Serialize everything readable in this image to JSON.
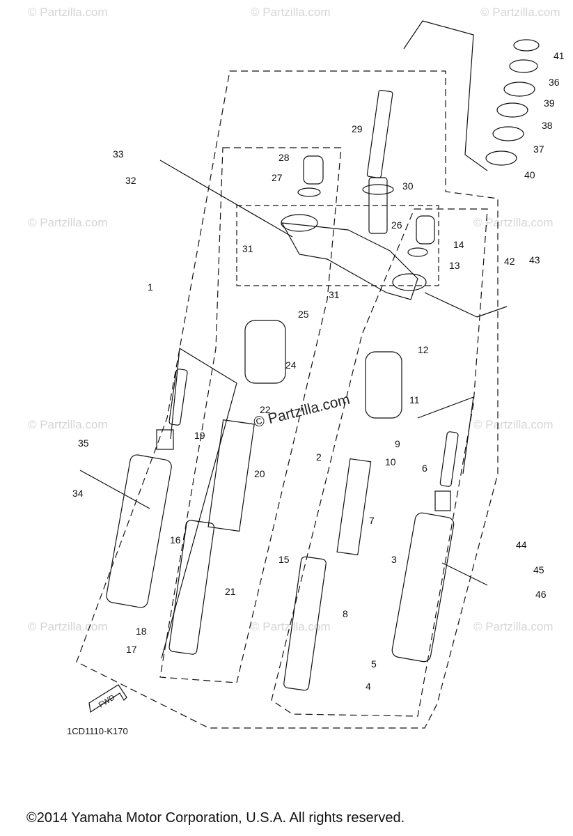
{
  "watermark": "© Partzilla.com",
  "center_watermark": "© Partzilla.com",
  "diagram_code": "1CD1110-K170",
  "copyright": "©2014  Yamaha Motor Corporation, U.S.A. All rights reserved.",
  "fwd_label": "FWD",
  "parts": {
    "p1": "1",
    "p2": "2",
    "p3": "3",
    "p4": "4",
    "p5": "5",
    "p6": "6",
    "p7": "7",
    "p8": "8",
    "p9": "9",
    "p10": "10",
    "p11": "11",
    "p12": "12",
    "p13": "13",
    "p14": "14",
    "p15": "15",
    "p16": "16",
    "p17": "17",
    "p18": "18",
    "p19": "19",
    "p20": "20",
    "p21": "21",
    "p22": "22",
    "p24": "24",
    "p25": "25",
    "p26": "26",
    "p27": "27",
    "p28": "28",
    "p29": "29",
    "p30": "30",
    "p31a": "31",
    "p31b": "31",
    "p32": "32",
    "p33": "33",
    "p34": "34",
    "p35": "35",
    "p36": "36",
    "p37": "37",
    "p38": "38",
    "p39": "39",
    "p40": "40",
    "p41": "41",
    "p42": "42",
    "p43": "43",
    "p44": "44",
    "p45": "45",
    "p46": "46"
  }
}
